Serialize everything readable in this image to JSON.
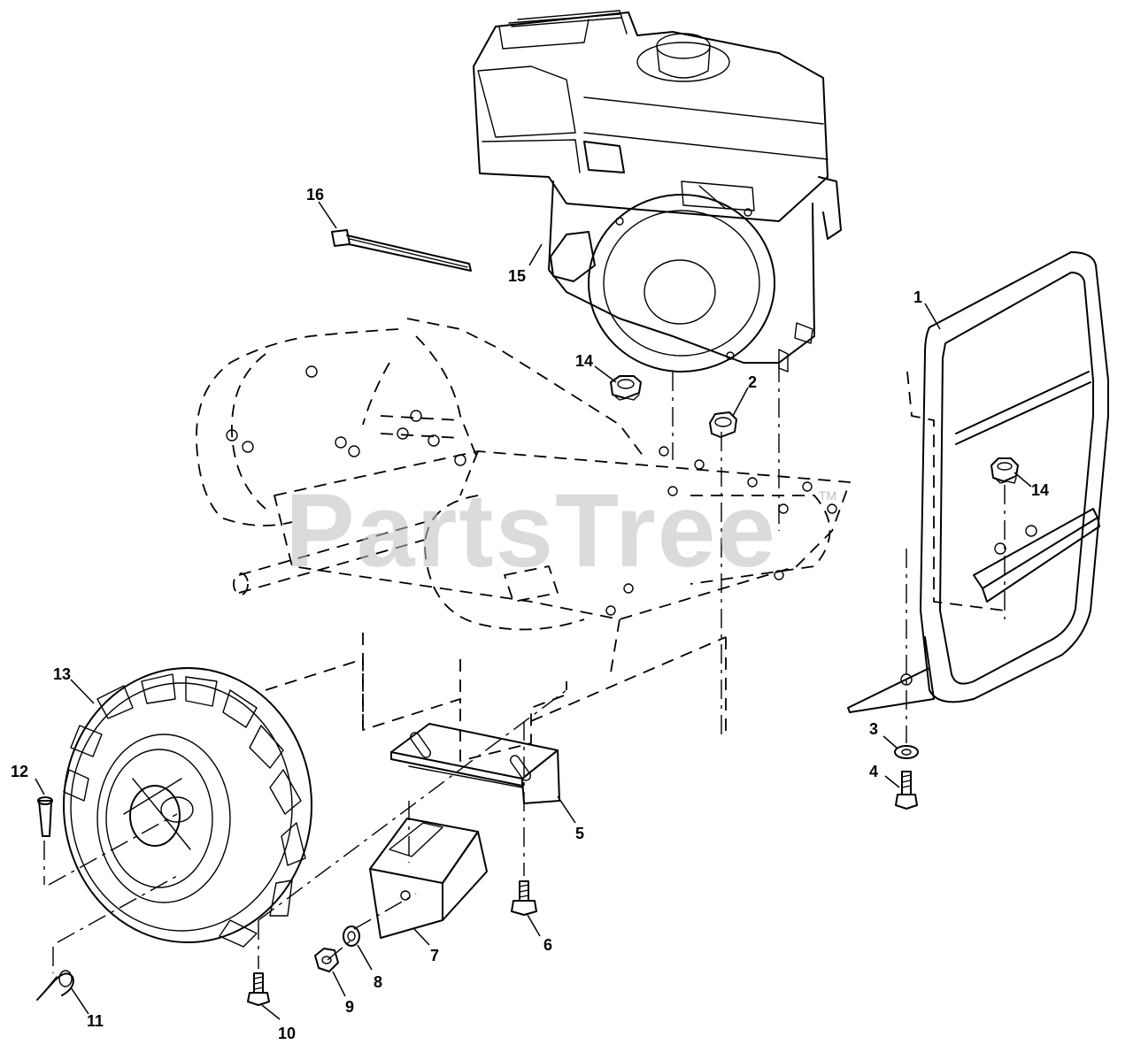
{
  "watermark": {
    "text": "PartsTree",
    "trademark": "TM"
  },
  "callouts": [
    {
      "id": "callout-1",
      "label": "1"
    },
    {
      "id": "callout-2",
      "label": "2"
    },
    {
      "id": "callout-3",
      "label": "3"
    },
    {
      "id": "callout-4",
      "label": "4"
    },
    {
      "id": "callout-5",
      "label": "5"
    },
    {
      "id": "callout-6",
      "label": "6"
    },
    {
      "id": "callout-7",
      "label": "7"
    },
    {
      "id": "callout-8",
      "label": "8"
    },
    {
      "id": "callout-9",
      "label": "9"
    },
    {
      "id": "callout-10",
      "label": "10"
    },
    {
      "id": "callout-11",
      "label": "11"
    },
    {
      "id": "callout-12",
      "label": "12"
    },
    {
      "id": "callout-13",
      "label": "13"
    },
    {
      "id": "callout-14a",
      "label": "14"
    },
    {
      "id": "callout-14b",
      "label": "14"
    },
    {
      "id": "callout-15",
      "label": "15"
    },
    {
      "id": "callout-16",
      "label": "16"
    }
  ],
  "colors": {
    "line": "#000000",
    "background": "#ffffff",
    "watermark": "#bdbdbd"
  }
}
